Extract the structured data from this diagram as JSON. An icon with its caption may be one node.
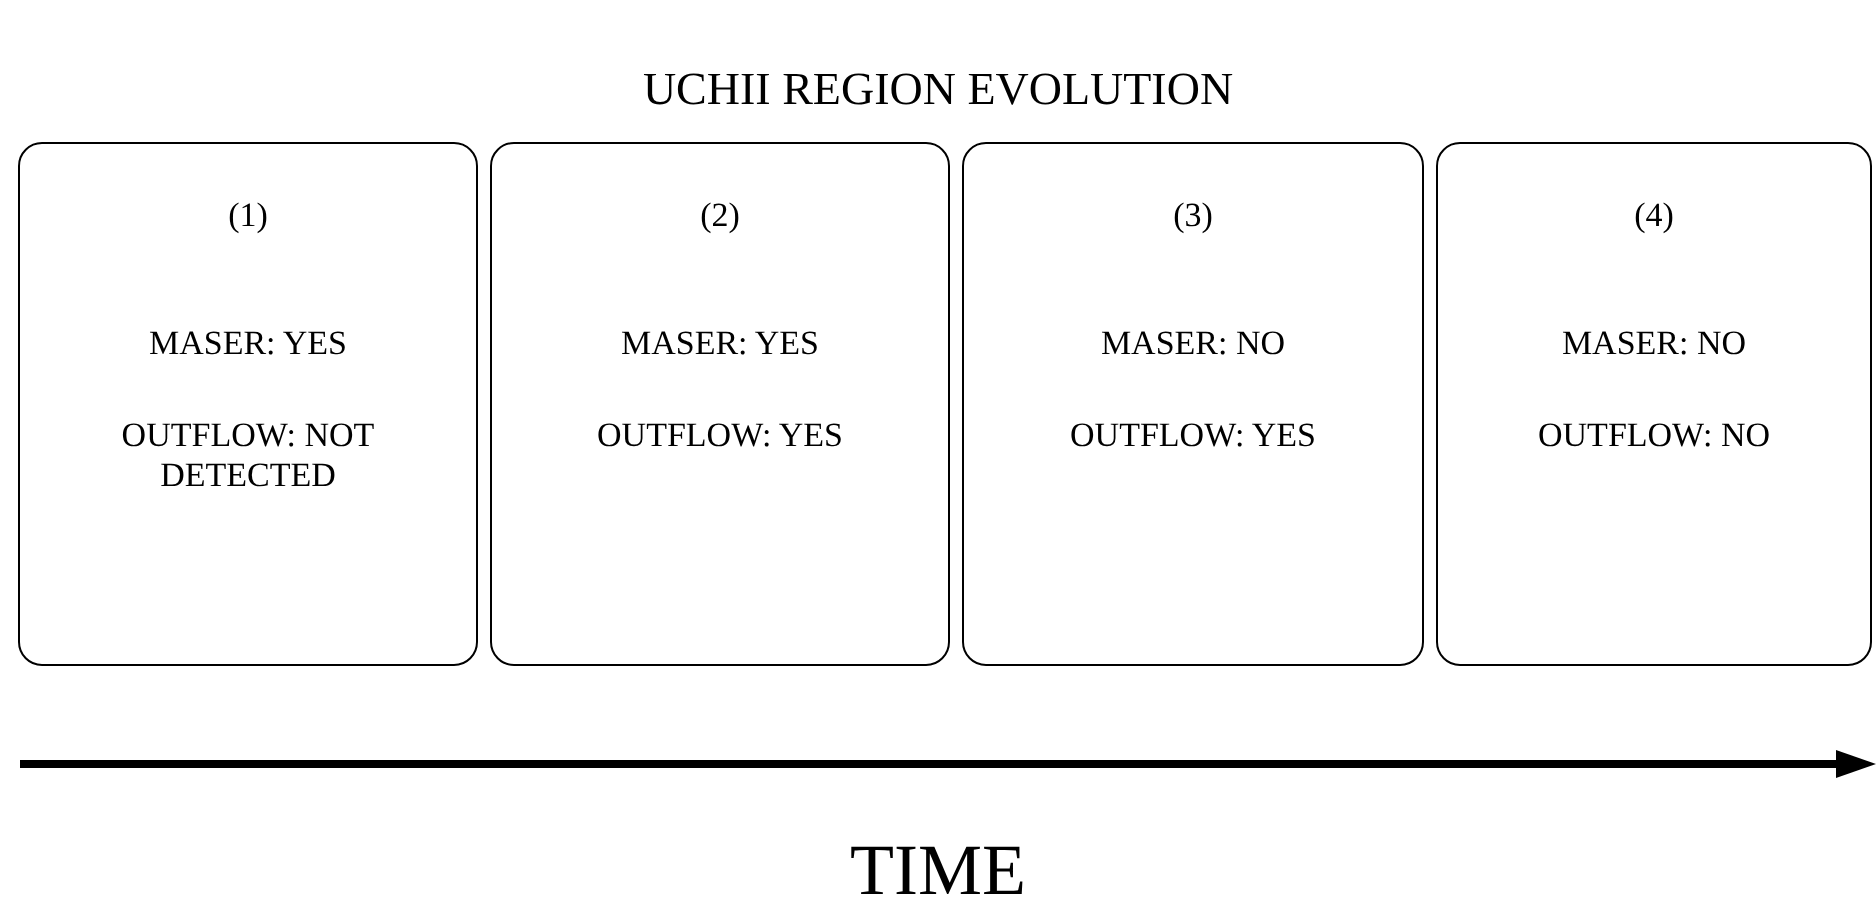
{
  "diagram": {
    "title": "UCHII REGION EVOLUTION",
    "nodes": [
      {
        "text": [
          "(1)",
          "MASER: YES",
          "OUTFLOW: NOT DETECTED"
        ]
      },
      {
        "text": [
          "(2)",
          "MASER: YES",
          "OUTFLOW: YES"
        ]
      },
      {
        "text": [
          "(3)",
          "MASER: NO",
          "OUTFLOW: YES"
        ]
      },
      {
        "text": [
          "(4)",
          "MASER: NO",
          "OUTFLOW: NO"
        ]
      }
    ],
    "labels": [
      "TIME"
    ]
  }
}
